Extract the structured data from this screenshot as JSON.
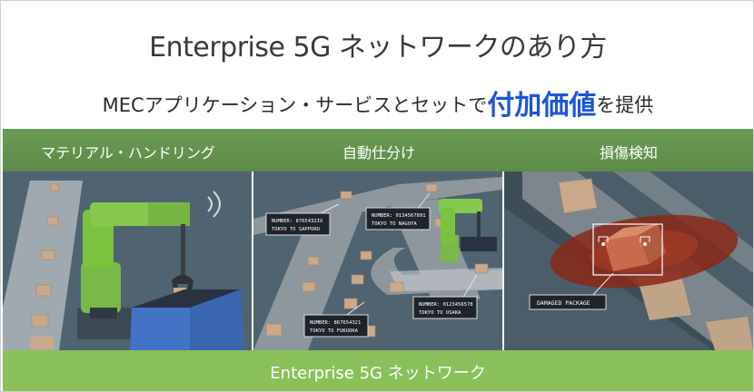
{
  "header": {
    "title": "Enterprise 5G ネットワークのあり方",
    "subtitle_before": "MECアプリケーション・サービスとセットで",
    "subtitle_accent": "付加価値",
    "subtitle_after": "を提供"
  },
  "use_cases": [
    {
      "label": "マテリアル・ハンドリング"
    },
    {
      "label": "自動仕分け"
    },
    {
      "label": "損傷検知"
    }
  ],
  "sorting_tags": [
    {
      "line1": "NUMBER: 8765432IO",
      "line2": "TOKYO TO SAPPORO"
    },
    {
      "line1": "NUMBER: 0134567891",
      "line2": "TOKYO TO NAGOYA"
    },
    {
      "line1": "NUMBER: 867654321",
      "line2": "TOKYO TO FUKUOKA"
    },
    {
      "line1": "NUMBER: 0123456578",
      "line2": "TOKYO TO OSAKA"
    }
  ],
  "damage_tag": "DAMAGED PACKAGE",
  "footer": {
    "label": "Enterprise 5G ネットワーク"
  },
  "colors": {
    "band": "#6c9b55",
    "footer": "#8ac05a",
    "accent": "#1b56d8",
    "robot": "#7cc23f",
    "panel_bg": "#4f6470"
  }
}
